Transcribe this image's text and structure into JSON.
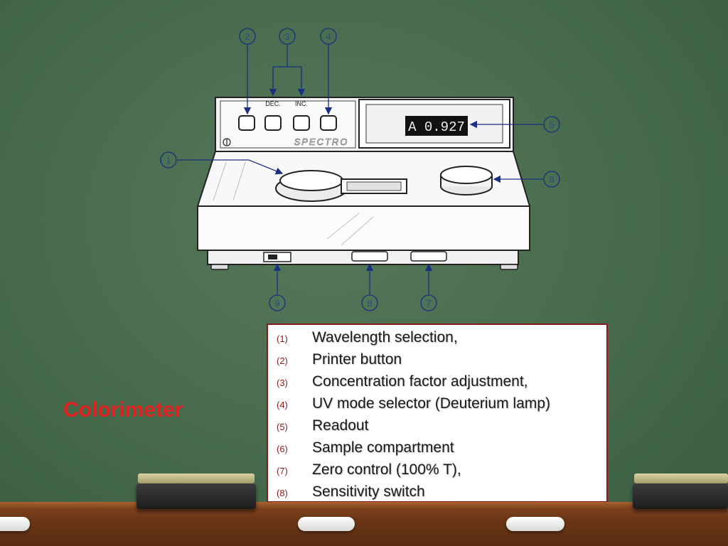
{
  "title": "Colorimeter",
  "instrument": {
    "brand": "SPECTRO",
    "display_readout": "A 0.927",
    "button_labels": {
      "dec": "DEC.",
      "inc": "INC."
    }
  },
  "callouts": [
    "1",
    "2",
    "3",
    "4",
    "5",
    "6",
    "7",
    "8",
    "9"
  ],
  "legend": [
    {
      "num": "(1)",
      "label": "Wavelength selection,"
    },
    {
      "num": "(2)",
      "label": "Printer button"
    },
    {
      "num": "(3)",
      "label": "Concentration factor adjustment,"
    },
    {
      "num": "(4)",
      "label": "UV mode selector (Deuterium lamp)"
    },
    {
      "num": "(5)",
      "label": "Readout"
    },
    {
      "num": "(6)",
      "label": "Sample compartment"
    },
    {
      "num": "(7)",
      "label": "Zero control (100% T),"
    },
    {
      "num": "(8)",
      "label": "Sensitivity switch"
    }
  ],
  "colors": {
    "board": "#466a4b",
    "title": "#e32020",
    "legend_border": "#8b1a1a",
    "callout": "#2d4a8a"
  }
}
